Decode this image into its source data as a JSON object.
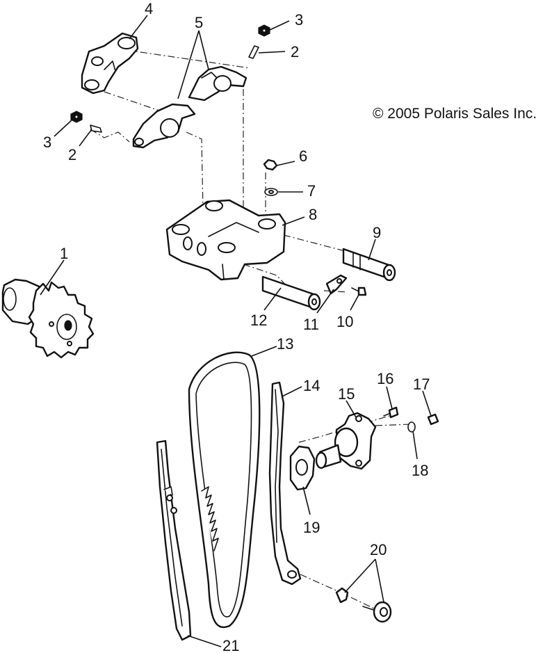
{
  "copyright": "© 2005 Polaris Sales Inc.",
  "callouts": [
    "4",
    "5",
    "3",
    "2",
    "3",
    "2",
    "6",
    "7",
    "8",
    "9",
    "1",
    "12",
    "11",
    "10",
    "13",
    "14",
    "15",
    "16",
    "17",
    "18",
    "19",
    "20",
    "21"
  ],
  "colors": {
    "ink": "#111111",
    "paper": "#ffffff"
  }
}
